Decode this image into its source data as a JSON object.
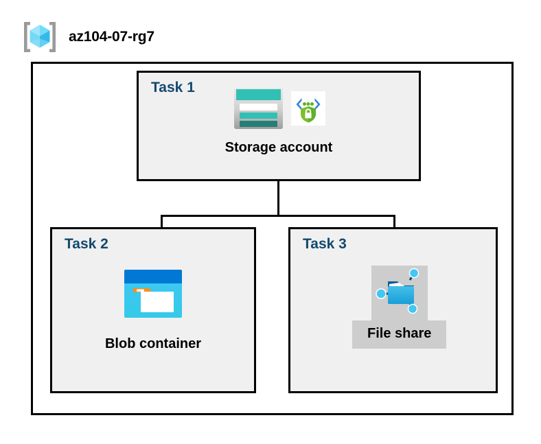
{
  "header": {
    "icon": "resource-group-cube-icon",
    "title": "az104-07-rg7"
  },
  "diagram": {
    "type": "azure-architecture-tree",
    "boundary_name": "resource-group-boundary",
    "tasks": [
      {
        "id": "task-1",
        "label": "Task 1",
        "node": {
          "caption": "Storage account",
          "icons": [
            "storage-account-icon",
            "storage-security-shield-icon"
          ]
        }
      },
      {
        "id": "task-2",
        "label": "Task 2",
        "node": {
          "caption": "Blob container",
          "icons": [
            "blob-container-icon"
          ]
        }
      },
      {
        "id": "task-3",
        "label": "Task 3",
        "node": {
          "caption": "File share",
          "icons": [
            "file-share-icon"
          ],
          "highlighted": true
        }
      }
    ],
    "connections": [
      {
        "from": "Storage account",
        "to": "Blob container"
      },
      {
        "from": "Storage account",
        "to": "File share"
      }
    ]
  },
  "colors": {
    "task_label": "#12496f",
    "box_fill": "#f0f0f0",
    "box_border": "#000000",
    "canvas": "#ffffff",
    "highlight": "#cdcdcd",
    "storage_teal": "#32bfb4",
    "storage_teal_dark": "#267f75",
    "blob_blue": "#0078d4",
    "blob_cyan": "#32c5f4",
    "blob_orange": "#f7901e",
    "shield_green": "#5fb225",
    "cube_cyan": "#32c5f4"
  }
}
